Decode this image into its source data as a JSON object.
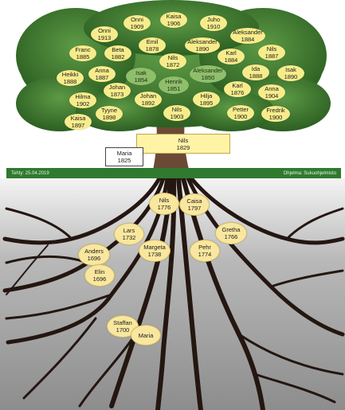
{
  "colors": {
    "foliage": "#2f6a24",
    "foliage_light": "#5d9a45",
    "trunk": "#6b4a35",
    "root": "#241611",
    "bar": "#2f7a2f",
    "node": "#f7ec8c",
    "node_green": "#8fbf6b"
  },
  "footer_bar": {
    "left_text": "Tehty: 25.04.2019",
    "right_text": "Ohjelma: Sukuohjelmisto"
  },
  "descendants": [
    {
      "name": "Kaisa",
      "year": "1906"
    },
    {
      "name": "Onni",
      "year": "1909"
    },
    {
      "name": "Juho",
      "year": "1910"
    },
    {
      "name": "Onni",
      "year": "1913"
    },
    {
      "name": "Aleksander",
      "year": "1884"
    },
    {
      "name": "Emil",
      "year": "1878"
    },
    {
      "name": "Aleksander",
      "year": "1890"
    },
    {
      "name": "Franc",
      "year": "1885"
    },
    {
      "name": "Beta",
      "year": "1882"
    },
    {
      "name": "Nils",
      "year": "1872"
    },
    {
      "name": "Karl",
      "year": "1884"
    },
    {
      "name": "Nils",
      "year": "1887"
    },
    {
      "name": "Heikki",
      "year": "1888"
    },
    {
      "name": "Anna",
      "year": "1887"
    },
    {
      "name": "Isak",
      "year": "1854"
    },
    {
      "name": "Aleksander",
      "year": "1850"
    },
    {
      "name": "Ida",
      "year": "1888"
    },
    {
      "name": "Isak",
      "year": "1890"
    },
    {
      "name": "Henrik",
      "year": "1851"
    },
    {
      "name": "Johan",
      "year": "1873"
    },
    {
      "name": "Karl",
      "year": "1876"
    },
    {
      "name": "Anna",
      "year": "1904"
    },
    {
      "name": "Hilma",
      "year": "1902"
    },
    {
      "name": "Johan",
      "year": "1892"
    },
    {
      "name": "Hilja",
      "year": "1895"
    },
    {
      "name": "Tyyne",
      "year": "1898"
    },
    {
      "name": "Nils",
      "year": "1903"
    },
    {
      "name": "Petter",
      "year": "1900"
    },
    {
      "name": "Fredrik",
      "year": "1900"
    },
    {
      "name": "Kaisa",
      "year": "1897"
    }
  ],
  "trunk_boxes": [
    {
      "name": "Nils",
      "year": "1829"
    },
    {
      "name": "Maria",
      "year": "1825"
    }
  ],
  "ancestors": [
    {
      "name": "Nils",
      "year": "1776"
    },
    {
      "name": "Caisa",
      "year": "1797"
    },
    {
      "name": "Lars",
      "year": "1732"
    },
    {
      "name": "Gretha",
      "year": "1766"
    },
    {
      "name": "Margeta",
      "year": "1738"
    },
    {
      "name": "Pehr",
      "year": "1774"
    },
    {
      "name": "Anders",
      "year": "1696"
    },
    {
      "name": "Elin",
      "year": "1696"
    },
    {
      "name": "Staffan",
      "year": "1700"
    },
    {
      "name": "Maria",
      "year": ""
    }
  ]
}
